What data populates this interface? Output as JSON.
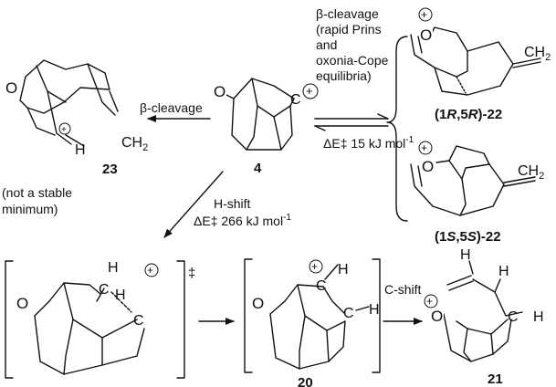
{
  "labels": {
    "beta_cleavage_left": "β-cleavage",
    "beta_cleavage_right": "β-cleavage",
    "rapid_line1": "(rapid Prins",
    "rapid_line2": "and",
    "rapid_line3": "oxonia-Cope",
    "rapid_line4": "equilibria)",
    "de_15": "ΔE‡ 15 kJ mol",
    "de_15_sup": "-1",
    "h_shift": "H-shift",
    "de_266": "ΔE‡ 266 kJ mol",
    "de_266_sup": "-1",
    "not_stable_line1": "(not a stable",
    "not_stable_line2": "minimum)",
    "c_shift": "C-shift",
    "ts_mark": "‡"
  },
  "compounds": {
    "c23": "23",
    "c4": "4",
    "c20": "20",
    "c21": "21",
    "c22a_open": "(1",
    "c22a_r1": "R",
    "c22a_mid": ",5",
    "c22a_r2": "R",
    "c22a_close": ")-22",
    "c22b_open": "(1",
    "c22b_s1": "S",
    "c22b_mid": ",5",
    "c22b_s2": "S",
    "c22b_close": ")-22"
  },
  "atoms": {
    "O": "O",
    "H": "H",
    "C": "C",
    "CH2": "CH",
    "sub2": "2",
    "plus": "+"
  }
}
